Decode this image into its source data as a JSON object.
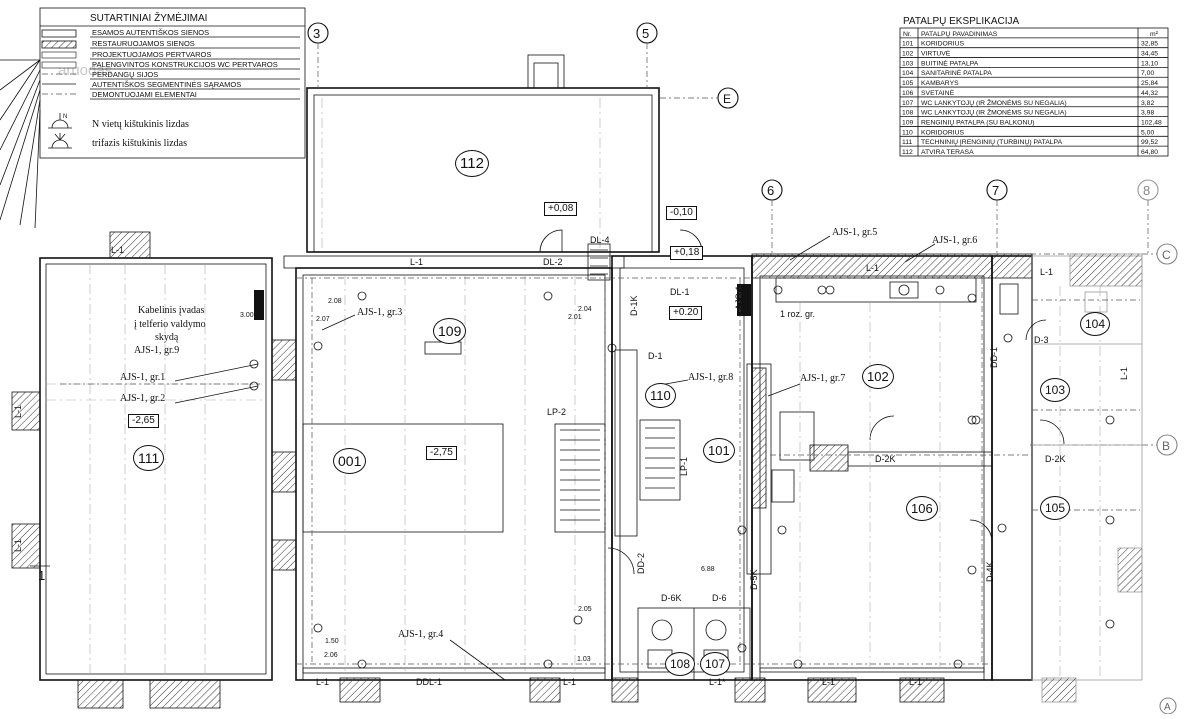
{
  "legend": {
    "title": "SUTARTINIAI ŽYMĖJIMAI",
    "rows": [
      "ESAMOS AUTENTIŠKOS SIENOS",
      "RESTAURUOJAMOS SIENOS",
      "PROJEKTUOJAMOS PERTVAROS",
      "PALENGVINTOS KONSTRUKCIJOS WC PERTVAROS",
      "PERDANGŲ SIJOS",
      "AUTENTIŠKOS SEGMENTINĖS SĄRAMOS",
      "DEMONTUOJAMI ELEMENTAI"
    ],
    "socket_n_label": "N vietų kištukinis lizdas",
    "socket_n_mark": "N",
    "socket_3_label": "trifazis kištukinis lizdas"
  },
  "explication": {
    "title": "PATALPŲ EKSPLIKACIJA",
    "col_nr": "Nr.",
    "col_name": "PATALPŲ PAVADINIMAS",
    "col_area": "m²",
    "rows": [
      {
        "nr": "101",
        "name": "KORIDORIUS",
        "area": "32,85"
      },
      {
        "nr": "102",
        "name": "VIRTUVĖ",
        "area": "34,45"
      },
      {
        "nr": "103",
        "name": "BUITINĖ PATALPA",
        "area": "13,10"
      },
      {
        "nr": "104",
        "name": "SANITARINĖ PATALPA",
        "area": "7,00"
      },
      {
        "nr": "105",
        "name": "KAMBARYS",
        "area": "25,84"
      },
      {
        "nr": "106",
        "name": "SVETAINĖ",
        "area": "44,32"
      },
      {
        "nr": "107",
        "name": "WC LANKYTOJŲ (IR ŽMONĖMS SU NEGALIA)",
        "area": "3,82"
      },
      {
        "nr": "108",
        "name": "WC LANKYTOJŲ (IR ŽMONĖMS SU NEGALIA)",
        "area": "3,98"
      },
      {
        "nr": "109",
        "name": "RENGINIŲ PATALPA (SU BALKONU)",
        "area": "102,48"
      },
      {
        "nr": "110",
        "name": "KORIDORIUS",
        "area": "5,00"
      },
      {
        "nr": "111",
        "name": "TECHNINIŲ ĮRENGINIŲ (TURBINŲ) PATALPA",
        "area": "99,52"
      },
      {
        "nr": "112",
        "name": "ATVIRA TERASA",
        "area": "64,80"
      }
    ]
  },
  "axes": {
    "a3": "3",
    "a5": "5",
    "a6": "6",
    "a7": "7",
    "a8": "8",
    "aE": "E",
    "aC": "C",
    "aB": "B",
    "aA": "A",
    "a1": "1"
  },
  "rooms": {
    "r001": "001",
    "r101": "101",
    "r102": "102",
    "r103": "103",
    "r104": "104",
    "r105": "105",
    "r106": "106",
    "r107": "107",
    "r108": "108",
    "r109": "109",
    "r110": "110",
    "r111": "111",
    "r112": "112"
  },
  "levels": {
    "terrace": "+0,08",
    "corridor": "-0,10",
    "step": "+0,18",
    "hall": "+0.20",
    "turbine": "-2,65",
    "basement": "-2,75"
  },
  "elements": {
    "L1": "L-1",
    "L1s": "L-1*",
    "DL2": "DL-2",
    "DL4": "DL-4",
    "DL1": "DL-1",
    "D1K": "D-1K",
    "D1": "D-1",
    "LP2": "LP-2",
    "LP1": "LP-1",
    "DD1": "DD-1",
    "DD2": "DD-2",
    "D3": "D-3",
    "D2K_a": "D-2K",
    "D2K_b": "D-2K",
    "D4K": "D-4K",
    "D5K": "D-5K",
    "D6K": "D-6K",
    "D6": "D-6",
    "DDL1": "DDL-1",
    "ajs_gr1": "AJS-1, gr.1",
    "ajs_gr2": "AJS-1, gr.2",
    "ajs_gr3": "AJS-1, gr.3",
    "ajs_gr4": "AJS-1, gr.4",
    "ajs_gr5": "AJS-1, gr.5",
    "ajs_gr6": "AJS-1, gr.6",
    "ajs_gr7": "AJS-1, gr.7",
    "ajs_gr8": "AJS-1, gr.8",
    "ajs_gr9": "AJS-1, gr.9",
    "kabel1": "Kabelinis įvadas",
    "kabel2": "į telferio valdymo",
    "kabel3": "skydą",
    "roz": "1 roz. gr.",
    "ajs1_box": "AJS-1"
  },
  "dims": {
    "d300": "3.00",
    "d208": "2.08",
    "d207": "2.07",
    "d204": "2.04",
    "d201": "2.01",
    "d205": "2.05",
    "d150": "1.50",
    "d206": "2.06",
    "d103": "1.03",
    "d688": "6.88"
  },
  "watermark": "aruodas"
}
